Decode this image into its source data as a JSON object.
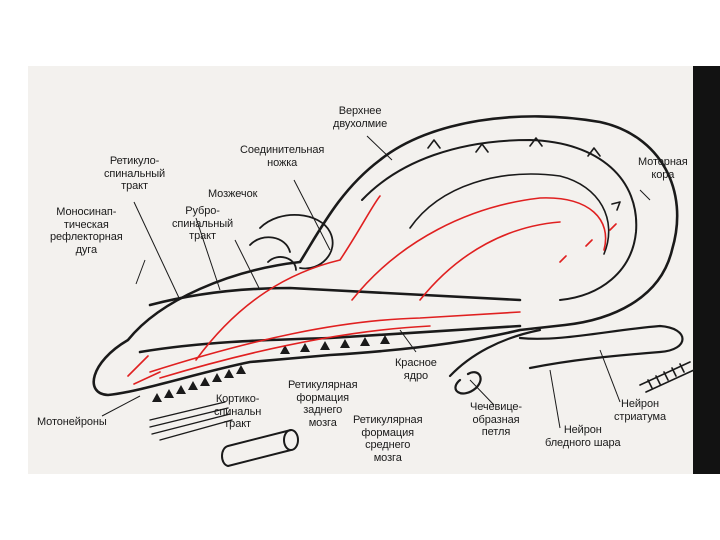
{
  "colors": {
    "ink": "#1a1a1a",
    "pathway_red": "#e02020",
    "paper": "#f3f1ee",
    "scan_edge": "#121212"
  },
  "labels": {
    "upper_colliculus": [
      "Верхнее",
      "двухолмие"
    ],
    "connecting_peduncle": [
      "Соединительная",
      "ножка"
    ],
    "reticulospinal_tract": [
      "Ретикуло-",
      "спинальный",
      "тракт"
    ],
    "cerebellum": [
      "Мозжечок"
    ],
    "rubrospinal_tract": [
      "Рубро-",
      "спинальный",
      "тракт"
    ],
    "monosynaptic_arc": [
      "Моносинап-",
      "тическая",
      "рефлекторная",
      "дуга"
    ],
    "motor_cortex": [
      "Моторная",
      "кора"
    ],
    "red_nucleus": [
      "Красное",
      "ядро"
    ],
    "motoneurons": [
      "Мотонейроны"
    ],
    "corticospinal_tract": [
      "Кортико-",
      "спинальн",
      "тракт"
    ],
    "hindbrain_reticular": [
      "Ретикулярная",
      "формация",
      "заднего",
      "мозга"
    ],
    "midbrain_reticular": [
      "Ретикулярная",
      "формация",
      "среднего",
      "мозга"
    ],
    "lenticular_loop": [
      "Чечевице-",
      "образная",
      "петля"
    ],
    "pallidum_neuron": [
      "Нейрон",
      "бледного шара"
    ],
    "striatum_neuron": [
      "Нейрон",
      "стриатума"
    ]
  }
}
